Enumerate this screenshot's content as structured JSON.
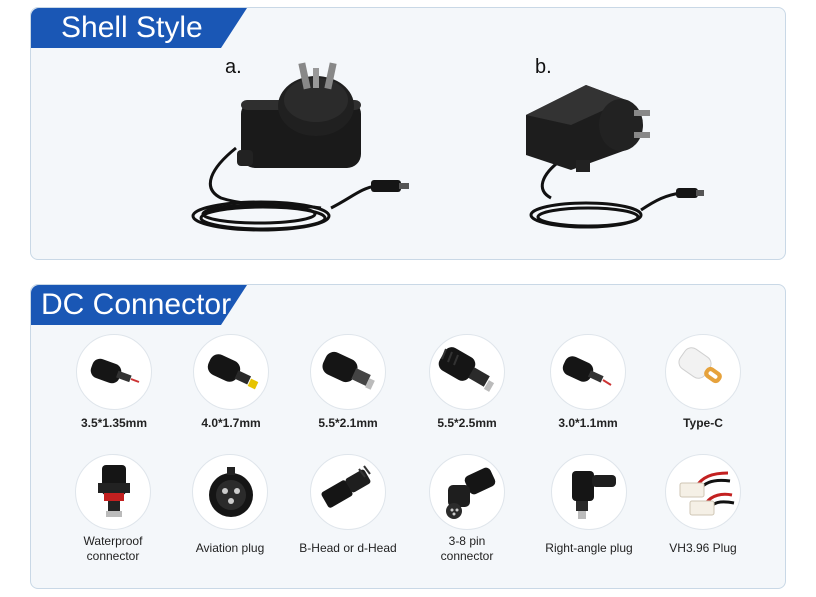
{
  "shell": {
    "title": "Shell Style",
    "options": [
      {
        "letter": "a.",
        "icon": "wall-adapter-vertical-au-plug-icon"
      },
      {
        "letter": "b.",
        "icon": "wall-adapter-horizontal-au-plug-icon"
      }
    ]
  },
  "dc": {
    "title": "DC Connector",
    "row1": [
      {
        "label": "3.5*1.35mm",
        "icon": "barrel-plug-icon"
      },
      {
        "label": "4.0*1.7mm",
        "icon": "barrel-plug-yellow-tip-icon"
      },
      {
        "label": "5.5*2.1mm",
        "icon": "barrel-plug-icon"
      },
      {
        "label": "5.5*2.5mm",
        "icon": "barrel-plug-icon"
      },
      {
        "label": "3.0*1.1mm",
        "icon": "barrel-plug-icon"
      },
      {
        "label": "Type-C",
        "icon": "usb-c-plug-icon"
      }
    ],
    "row2": [
      {
        "label": "Waterproof\nconnector",
        "icon": "waterproof-connector-icon"
      },
      {
        "label": "Aviation plug",
        "icon": "aviation-plug-icon"
      },
      {
        "label": "B-Head or d-Head",
        "icon": "b-head-plug-icon"
      },
      {
        "label": "3-8 pin\nconnector",
        "icon": "din-pin-connector-icon"
      },
      {
        "label": "Right-angle plug",
        "icon": "right-angle-plug-icon"
      },
      {
        "label": "VH3.96 Plug",
        "icon": "vh396-plug-icon"
      }
    ]
  },
  "colors": {
    "ribbon": "#1a57b5",
    "panel": "#f4f7fa",
    "border": "#c9d8e6"
  }
}
